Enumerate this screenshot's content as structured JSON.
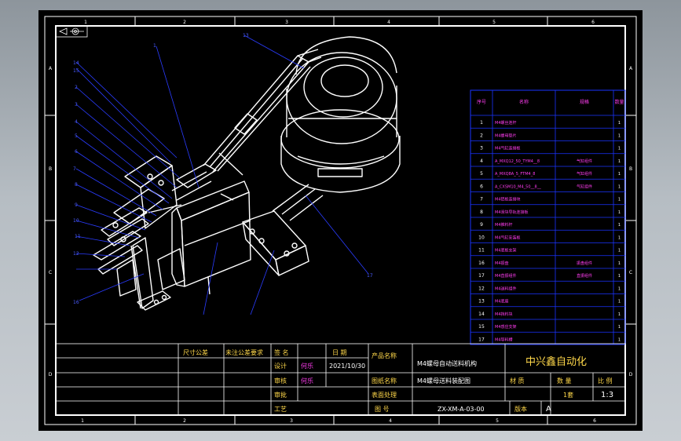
{
  "colors": {
    "background": "#000000",
    "frame": "#ffffff",
    "leader": "#2a3cff",
    "bom_grid": "#1a34ff",
    "title_text": "#ffd84a",
    "part_line": "#ffffff"
  },
  "border_marks": {
    "top": [
      "1",
      "2",
      "3",
      "4",
      "5",
      "6"
    ],
    "bottom": [
      "1",
      "2",
      "3",
      "4",
      "5",
      "6"
    ],
    "left": [
      "A",
      "B",
      "C",
      "D"
    ],
    "right": [
      "A",
      "B",
      "C",
      "D"
    ]
  },
  "balloons": [
    "13",
    "14",
    "15",
    "1",
    "2",
    "3",
    "4",
    "5",
    "6",
    "7",
    "8",
    "9",
    "10",
    "11",
    "12",
    "16",
    "17"
  ],
  "bom": {
    "header": [
      "序号",
      "名称",
      "规格",
      "数量"
    ],
    "rows": [
      {
        "no": "1",
        "name": "M4螺丝连杆",
        "spec": "",
        "qty": "1"
      },
      {
        "no": "2",
        "name": "M4螺母垫片",
        "spec": "",
        "qty": "1"
      },
      {
        "no": "3",
        "name": "M4气缸连接板",
        "spec": "",
        "qty": "1"
      },
      {
        "no": "4",
        "name": "A_MXQ12_50_TYM4__8",
        "spec": "气缸组件",
        "qty": "1"
      },
      {
        "no": "5",
        "name": "A_MXQ8A_5_FTM4_8",
        "spec": "气缸组件",
        "qty": "1"
      },
      {
        "no": "6",
        "name": "A_CXSM10_M4_50__8__",
        "spec": "气缸组件",
        "qty": "1"
      },
      {
        "no": "7",
        "name": "M4铝板连接块",
        "spec": "",
        "qty": "1"
      },
      {
        "no": "8",
        "name": "M4滑块导轨连接板",
        "spec": "",
        "qty": "1"
      },
      {
        "no": "9",
        "name": "M4推料杆",
        "spec": "",
        "qty": "1"
      },
      {
        "no": "10",
        "name": "M4气缸安装板",
        "spec": "",
        "qty": "1"
      },
      {
        "no": "11",
        "name": "M4底板支架",
        "spec": "",
        "qty": "1"
      },
      {
        "no": "16",
        "name": "M4振盘",
        "spec": "振盘组件",
        "qty": "1"
      },
      {
        "no": "17",
        "name": "M4直振组件",
        "spec": "直振组件",
        "qty": "1"
      },
      {
        "no": "12",
        "name": "M4送料组件",
        "spec": "",
        "qty": "1"
      },
      {
        "no": "13",
        "name": "M4底座",
        "spec": "",
        "qty": "1"
      },
      {
        "no": "14",
        "name": "M4挡料块",
        "spec": "",
        "qty": "1"
      },
      {
        "no": "15",
        "name": "M4感应支架",
        "spec": "",
        "qty": "1"
      },
      {
        "no": "17",
        "name": "M4导料槽",
        "spec": "",
        "qty": "1"
      }
    ]
  },
  "title_block": {
    "company": "中兴鑫自动化",
    "row1": [
      "尺寸公差",
      "未注公差要求",
      "签 名",
      "日 期"
    ],
    "designer_label": "设计",
    "designer_name": "何乐",
    "design_date": "2021/10/30",
    "product_label": "产品名称",
    "product_name": "M4螺母自动送料机构",
    "checker_label": "审核",
    "checker_name": "何乐",
    "part_label": "图纸名称",
    "part_name": "M4螺母送料装配图",
    "approve_label": "审批",
    "surface_label": "表面处理",
    "process_label": "工艺",
    "material_label": "材 质",
    "qty_label": "数 量",
    "scale_label": "比 例",
    "qty_value": "1套",
    "scale_value": "1:3",
    "drawing_no_label": "图 号",
    "drawing_no": "ZX-XM-A-03-00",
    "version_label": "版本",
    "version": "A"
  }
}
